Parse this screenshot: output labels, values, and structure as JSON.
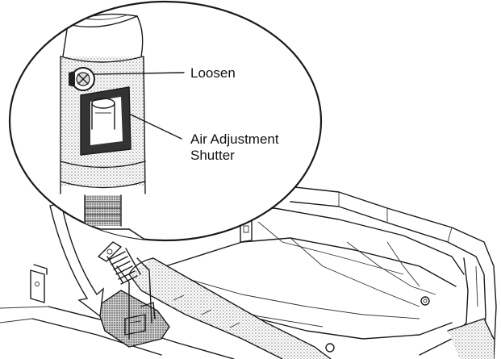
{
  "diagram": {
    "callouts": [
      {
        "id": "loosen",
        "label": "Loosen"
      },
      {
        "id": "air-shutter",
        "label_lines": [
          "Air Adjustment",
          "Shutter"
        ]
      }
    ],
    "colors": {
      "ink": "#1a1a1a",
      "paper": "#ffffff",
      "stipple": "#8a8a8a"
    }
  }
}
